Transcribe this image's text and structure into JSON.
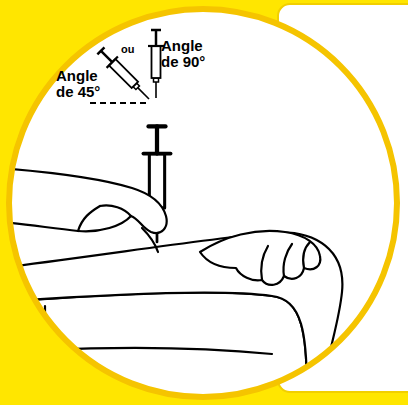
{
  "diagram": {
    "labels": [
      "Angle de 45°",
      "ou",
      "Angle de 90°"
    ]
  }
}
